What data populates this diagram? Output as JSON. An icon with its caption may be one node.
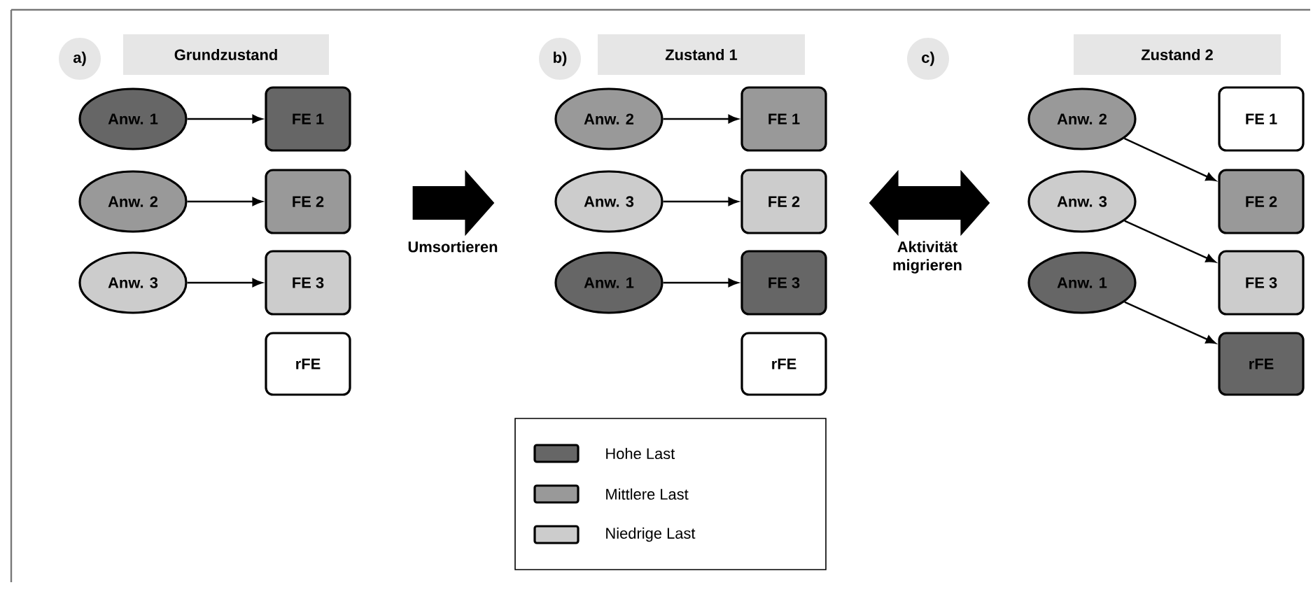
{
  "diagram": {
    "nodes": [
      {
        "text": [
          "a)"
        ]
      },
      {
        "text": [
          "Grundzustand"
        ]
      },
      {
        "text": [
          "Anw. 1"
        ]
      },
      {
        "text": [
          "FE 1"
        ]
      },
      {
        "text": [
          "Anw. 2"
        ]
      },
      {
        "text": [
          "FE 2"
        ]
      },
      {
        "text": [
          "Anw. 3"
        ]
      },
      {
        "text": [
          "FE 3"
        ]
      },
      {
        "text": [
          "rFE"
        ]
      },
      {
        "text": [
          "b)"
        ]
      },
      {
        "text": [
          "Zustand 1"
        ]
      },
      {
        "text": [
          "Anw. 2"
        ]
      },
      {
        "text": [
          "FE 1"
        ]
      },
      {
        "text": [
          "Anw. 3"
        ]
      },
      {
        "text": [
          "FE 2"
        ]
      },
      {
        "text": [
          "Anw. 1"
        ]
      },
      {
        "text": [
          "FE 3"
        ]
      },
      {
        "text": [
          "rFE"
        ]
      },
      {
        "text": [
          "c)"
        ]
      },
      {
        "text": [
          "Zustand 2"
        ]
      },
      {
        "text": [
          "Anw. 2"
        ]
      },
      {
        "text": [
          "FE 1"
        ]
      },
      {
        "text": [
          "Anw. 3"
        ]
      },
      {
        "text": [
          "FE 2"
        ]
      },
      {
        "text": [
          "Anw. 1"
        ]
      },
      {
        "text": [
          "FE 3"
        ]
      },
      {
        "text": [
          "rFE"
        ]
      }
    ],
    "edges": [
      {
        "from": 5,
        "to": 13,
        "arrow": "to",
        "style": "thick",
        "label": "Umsortieren"
      },
      {
        "from": 14,
        "to": 22,
        "arrow": "both",
        "style": "thick",
        "label": "Aktivität migrieren"
      },
      {
        "from": 2,
        "to": 3,
        "arrow": "to"
      },
      {
        "from": 4,
        "to": 5,
        "arrow": "to"
      },
      {
        "from": 6,
        "to": 7,
        "arrow": "to"
      },
      {
        "from": 11,
        "to": 12,
        "arrow": "to"
      },
      {
        "from": 13,
        "to": 14,
        "arrow": "to"
      },
      {
        "from": 15,
        "to": 16,
        "arrow": "to"
      },
      {
        "from": 20,
        "to": 23,
        "arrow": "to"
      },
      {
        "from": 22,
        "to": 25,
        "arrow": "to"
      },
      {
        "from": 24,
        "to": 26,
        "arrow": "to"
      }
    ],
    "legend": [
      {
        "text": "Hohe Last",
        "color": "#666666"
      },
      {
        "text": "Mittlere Last",
        "color": "#999999"
      },
      {
        "text": "Niedrige Last",
        "color": "#cccccc"
      }
    ]
  }
}
